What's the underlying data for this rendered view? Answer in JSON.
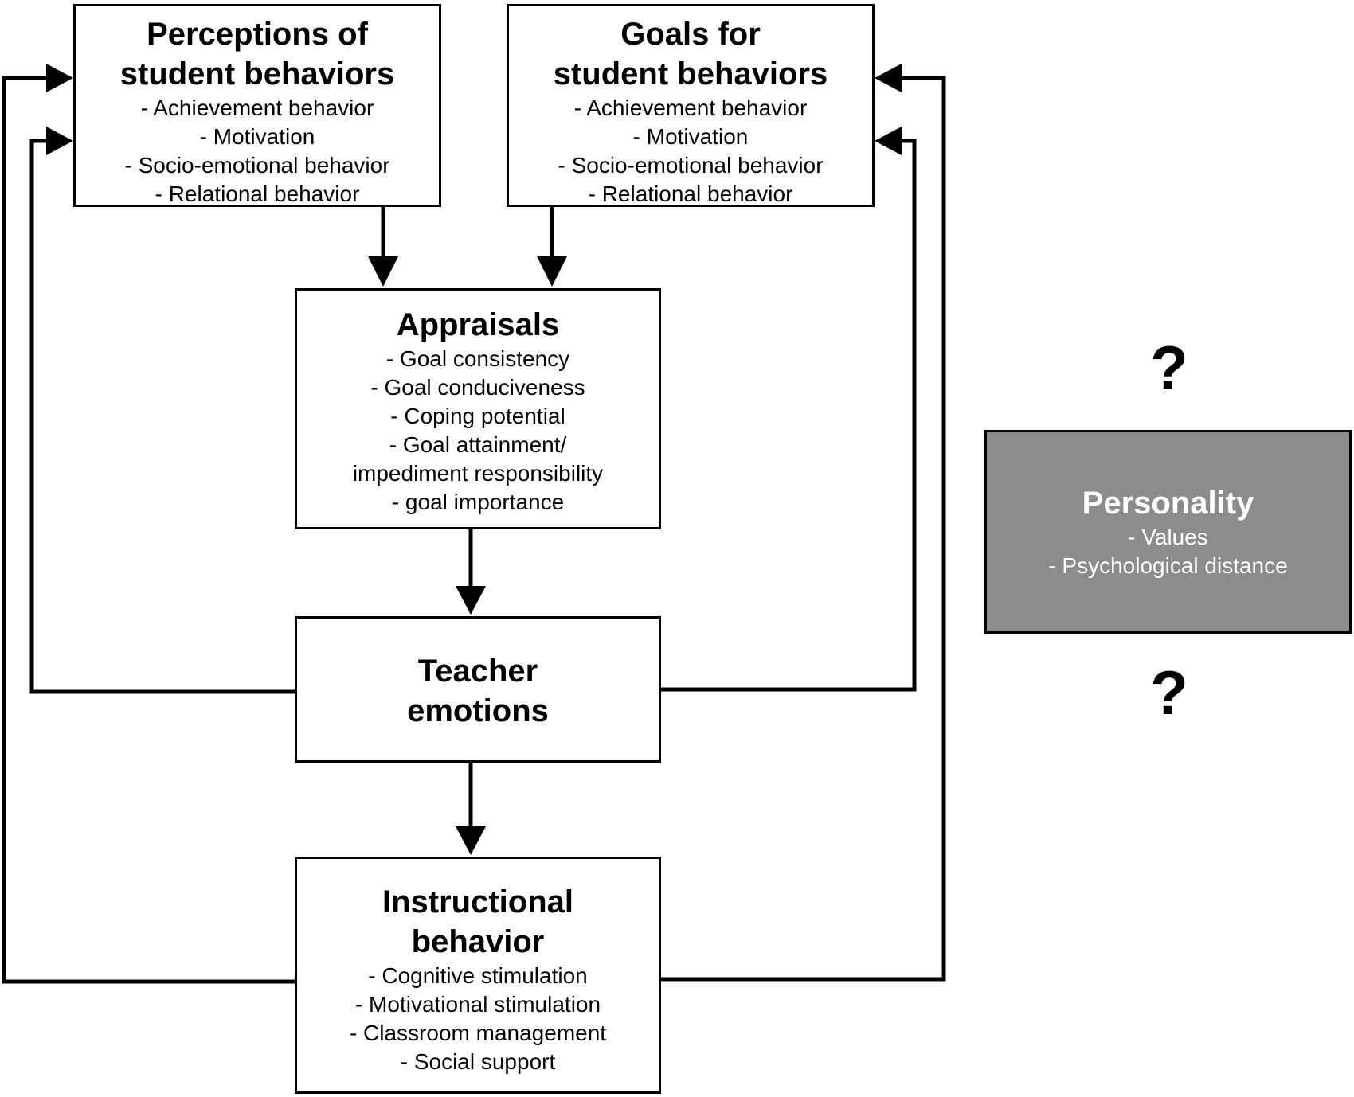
{
  "diagram": {
    "perceptions": {
      "title_line1": "Perceptions of",
      "title_line2": "student behaviors",
      "items": [
        "- Achievement behavior",
        "- Motivation",
        "- Socio-emotional behavior",
        "- Relational behavior"
      ]
    },
    "goals": {
      "title_line1": "Goals for",
      "title_line2": "student behaviors",
      "items": [
        "- Achievement behavior",
        "- Motivation",
        "- Socio-emotional behavior",
        "- Relational behavior"
      ]
    },
    "appraisals": {
      "title": "Appraisals",
      "items": [
        "- Goal consistency",
        "- Goal conduciveness",
        "- Coping potential",
        "- Goal attainment/",
        "impediment responsibility",
        "- goal importance"
      ]
    },
    "emotions": {
      "title_line1": "Teacher",
      "title_line2": "emotions"
    },
    "instructional": {
      "title_line1": "Instructional",
      "title_line2": "behavior",
      "items": [
        "- Cognitive stimulation",
        "- Motivational stimulation",
        "- Classroom management",
        "- Social support"
      ]
    },
    "personality": {
      "title": "Personality",
      "items": [
        "- Values",
        "- Psychological distance"
      ],
      "fill_color": "#8c8c8c"
    },
    "question_marks": [
      "?",
      "?"
    ]
  }
}
